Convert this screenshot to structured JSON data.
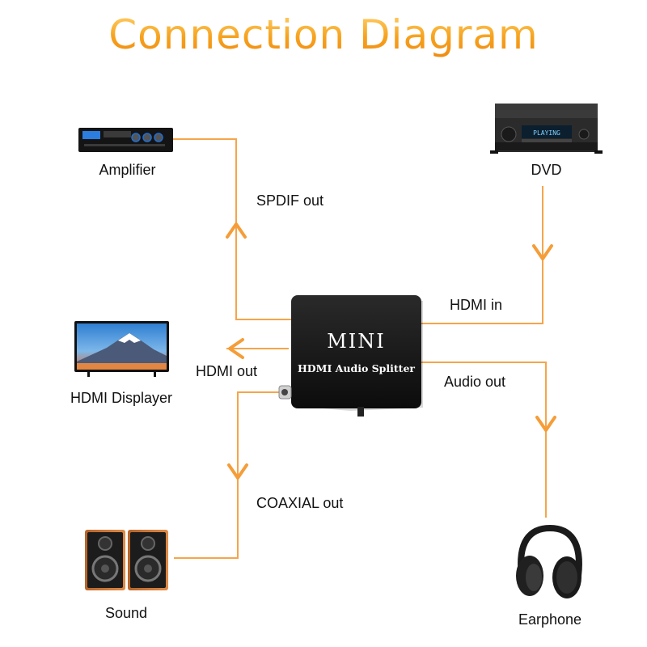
{
  "title": "Connection Diagram",
  "colors": {
    "line": "#f5a54a",
    "arrow": "#f59d38",
    "title": "#f6a623",
    "device": "#1a1a1a"
  },
  "center_device": {
    "line1": "MINI",
    "line2": "HDMI Audio Splitter"
  },
  "devices": {
    "amplifier": "Amplifier",
    "dvd": "DVD",
    "dvd_display": "PLAYING",
    "hdmi_displayer": "HDMI Displayer",
    "sound": "Sound",
    "earphone": "Earphone"
  },
  "connections": {
    "spdif": "SPDIF out",
    "hdmi_in": "HDMI in",
    "hdmi_out": "HDMI out",
    "audio_out": "Audio out",
    "coaxial": "COAXIAL out"
  }
}
